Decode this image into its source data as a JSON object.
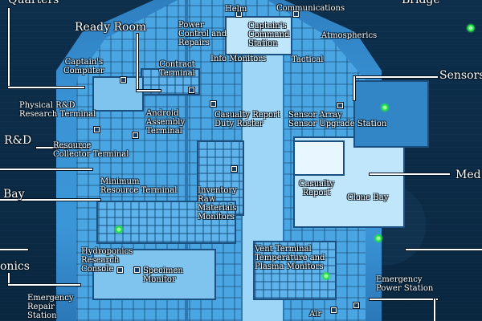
{
  "colors": {
    "background": "#0b2a44",
    "hull": "#3b96d8",
    "label": "#ffffff",
    "active_marker": "#22e04a"
  },
  "rooms_big": {
    "ready_room": "Ready Room",
    "sensors": "Sensors",
    "rnd": "R&D",
    "bay": "Bay",
    "medical": "Med",
    "hydroponics": "onics",
    "quarters": "Quarters",
    "bridge": "Bridge"
  },
  "terminals": {
    "helm": "Helm",
    "communications": "Communications",
    "power_control": "Power\nControl and\nRepairs",
    "captains_command": "Captain's\nCommand\nStation",
    "atmospherics": "Atmospherics",
    "info_monitors": "Info Monitors",
    "tactical": "Tactical",
    "contract_terminal": "Contract\nTerminal",
    "captains_computer": "Captain's\nComputer",
    "physical_rnd": "Physical R&D\nResearch Terminal",
    "android_assembly": "Android\nAssembly\nTerminal",
    "casualty_duty": "Casualty Report\nDuty Roster",
    "sensor_array": "Sensor Array\nSensor Upgrade Station",
    "resource_collector": "Resource\nCollector Terminal",
    "minimum_resource": "Minimum\nResource Terminal",
    "inventory": "Inventory\nRaw\nMaterials\nMonitors",
    "casualty_report": "Casualty\nReport",
    "clone_bay": "Clone Bay",
    "hydroponics_console": "Hydroponics\nResearch\nConsole",
    "specimen_monitor": "Specimen\nMonitor",
    "vent_terminal": "Vent Terminal\nTemperature and\nPlasma Monitors",
    "emergency_power": "Emergency\nPower Station",
    "emergency_repair": "Emergency\nRepair\nStation",
    "air": "Air"
  }
}
